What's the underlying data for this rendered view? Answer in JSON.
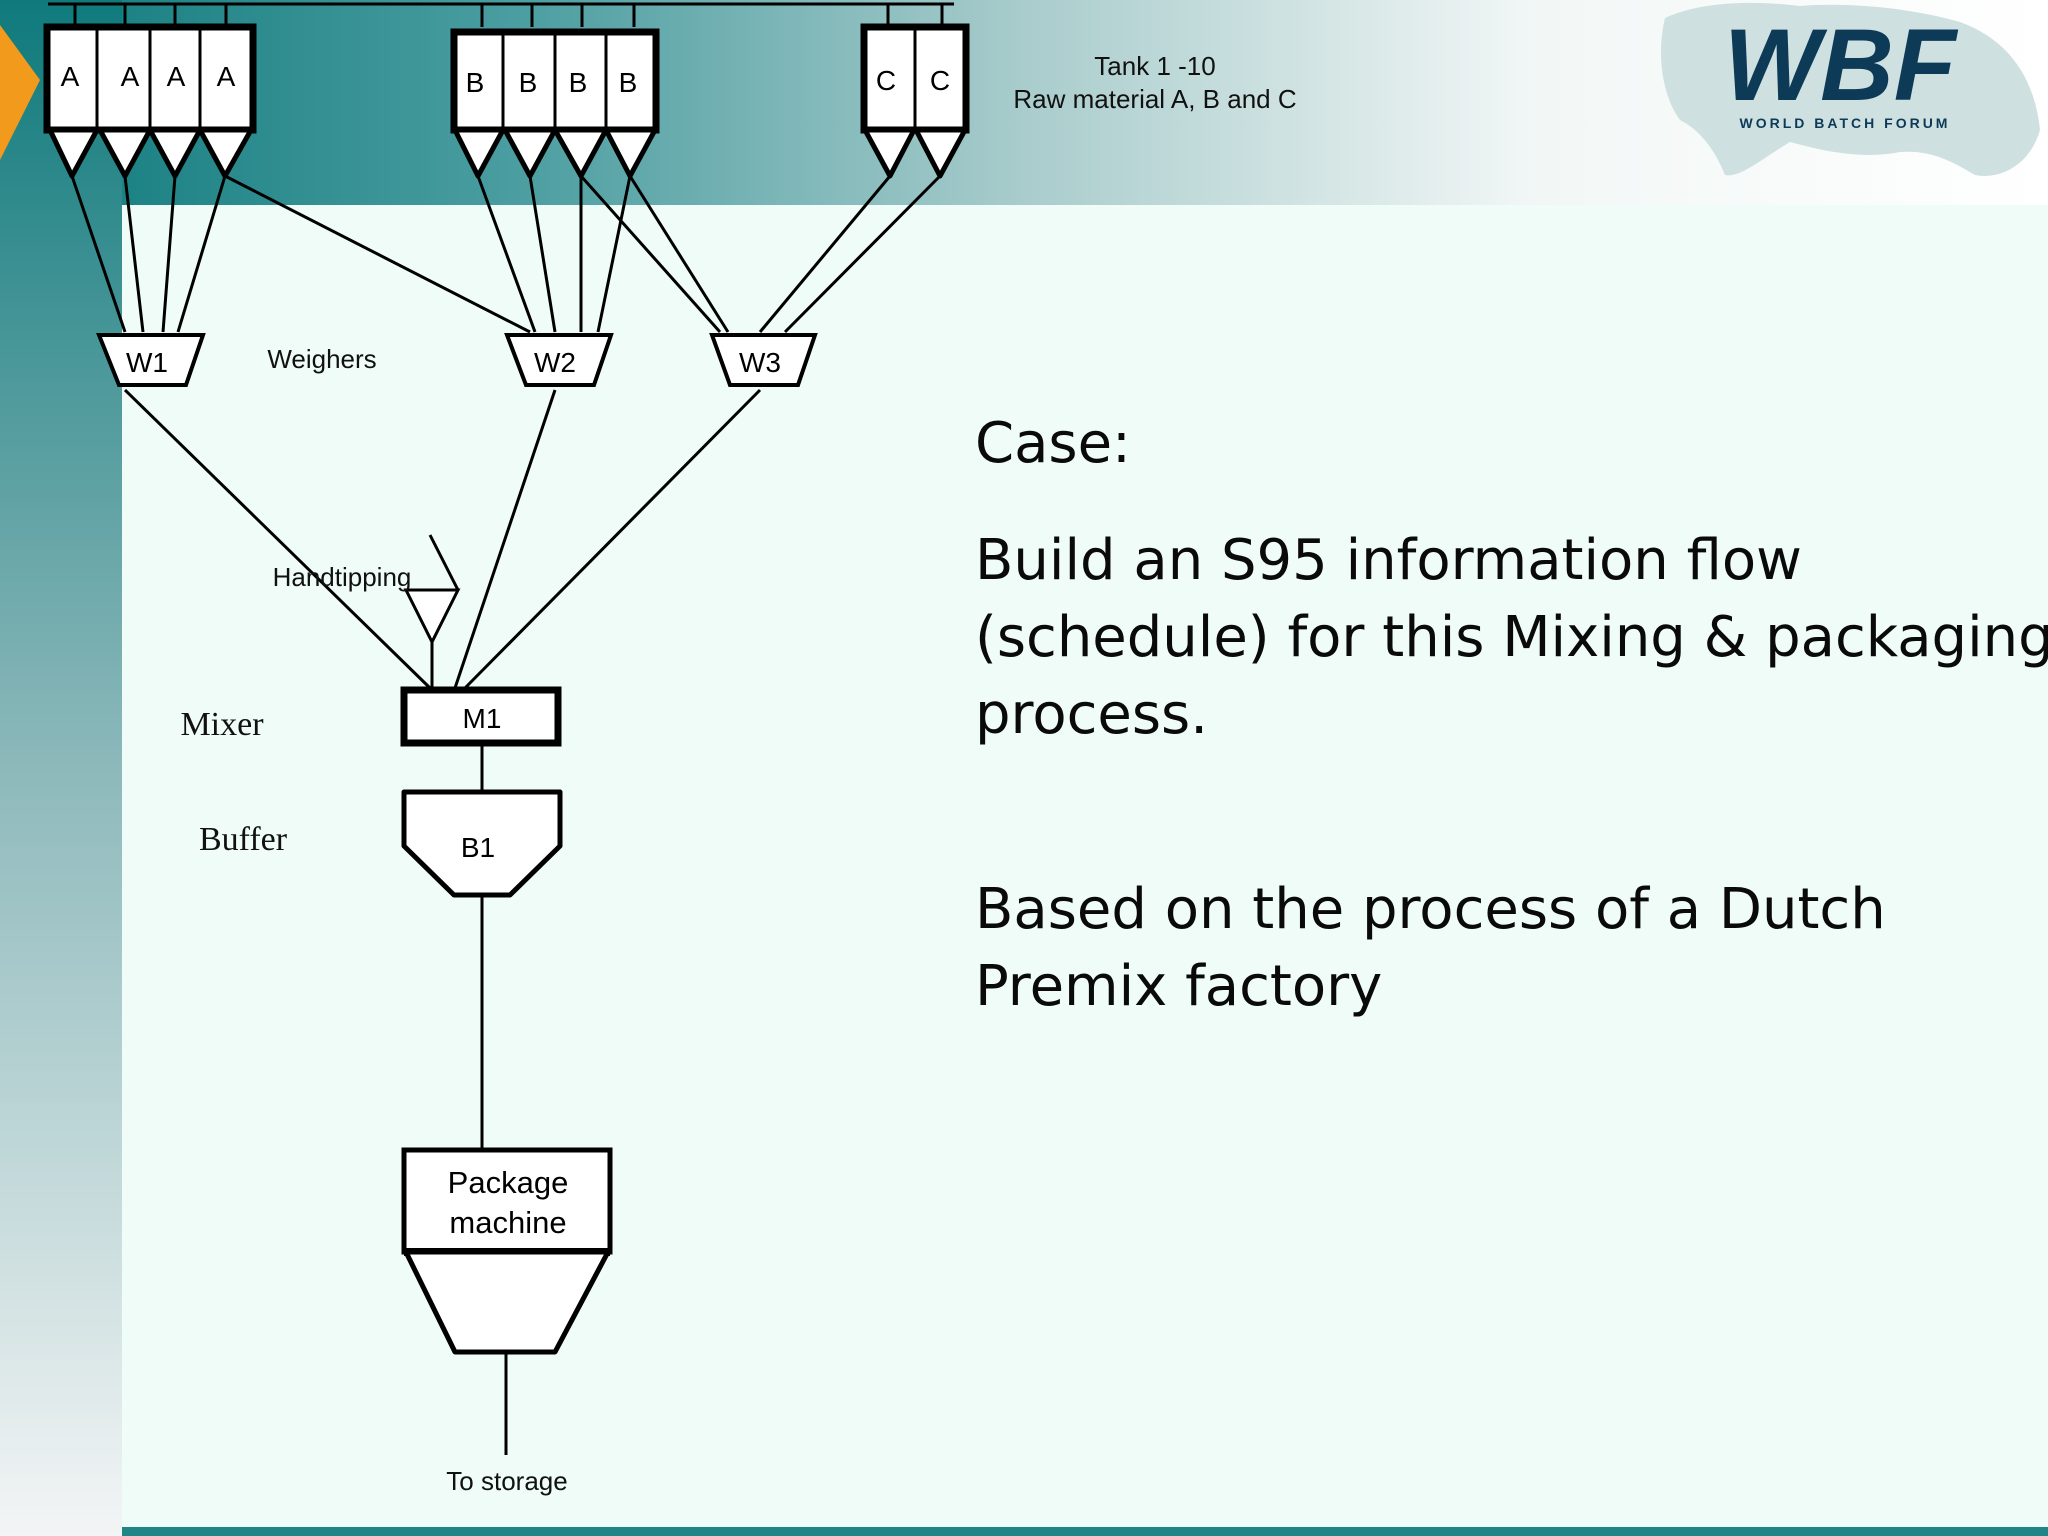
{
  "colors": {
    "teal": "#1f8587",
    "panel": "#effcf8",
    "orange": "#f29a1c",
    "logo_navy": "#0c3a57",
    "line": "#000000"
  },
  "logo": {
    "wordmark": "WBF",
    "tagline": "WORLD BATCH FORUM"
  },
  "tanks": {
    "title": "Tank 1 -10",
    "subtitle": "Raw material A, B and C",
    "a_labels": [
      "A",
      "A",
      "A",
      "A"
    ],
    "b_labels": [
      "B",
      "B",
      "B",
      "B"
    ],
    "c_labels": [
      "C",
      "C"
    ]
  },
  "weighers": {
    "label": "Weighers",
    "w1": "W1",
    "w2": "W2",
    "w3": "W3"
  },
  "handtipping_label": "Handtipping",
  "mixer": {
    "label": "Mixer",
    "name": "M1"
  },
  "buffer": {
    "label": "Buffer",
    "name": "B1"
  },
  "package": {
    "line1": "Package",
    "line2": "machine"
  },
  "storage_label": "To storage",
  "case": {
    "heading": "Case:",
    "line1": "Build an S95 information flow",
    "line2": "(schedule) for this Mixing & packaging",
    "line3": "process.",
    "line4": "Based on the process of a Dutch",
    "line5": "Premix factory"
  }
}
